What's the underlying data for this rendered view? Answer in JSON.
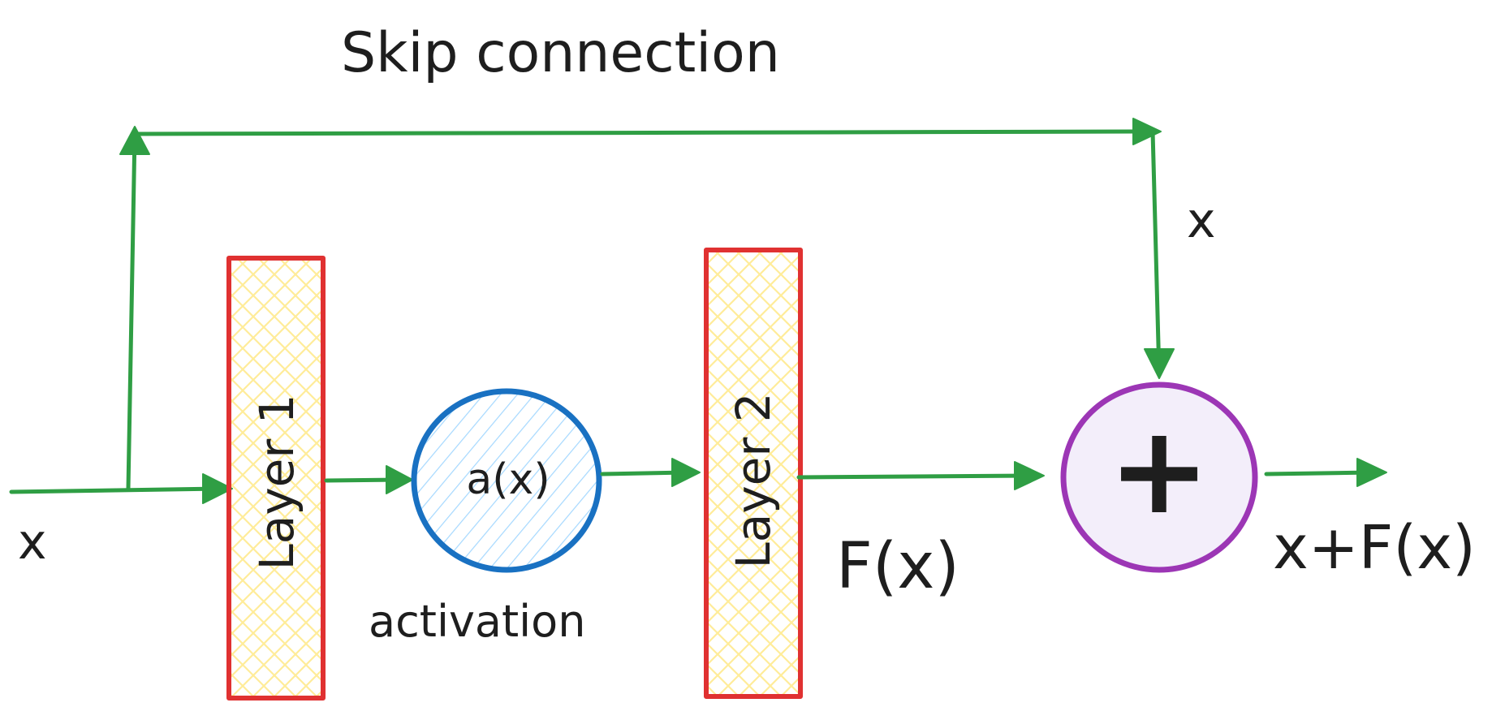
{
  "diagram": {
    "title": "Skip connection",
    "input_label": "x",
    "skip_label": "x",
    "layer1": {
      "label": "Layer 1"
    },
    "activation": {
      "symbol": "a(x)",
      "caption": "activation"
    },
    "layer2": {
      "label": "Layer 2"
    },
    "fx_label": "F(x)",
    "add_node": {
      "symbol": "+"
    },
    "output_label": "x+F(x)"
  },
  "colors": {
    "arrow": "#2f9e44",
    "layer_border": "#e03131",
    "layer_fill": "#ffec99",
    "activation_border": "#1971c2",
    "activation_hatch": "#a5d8ff",
    "add_border": "#9c36b5",
    "add_fill": "#f3eefa",
    "text": "#1e1e1e"
  }
}
